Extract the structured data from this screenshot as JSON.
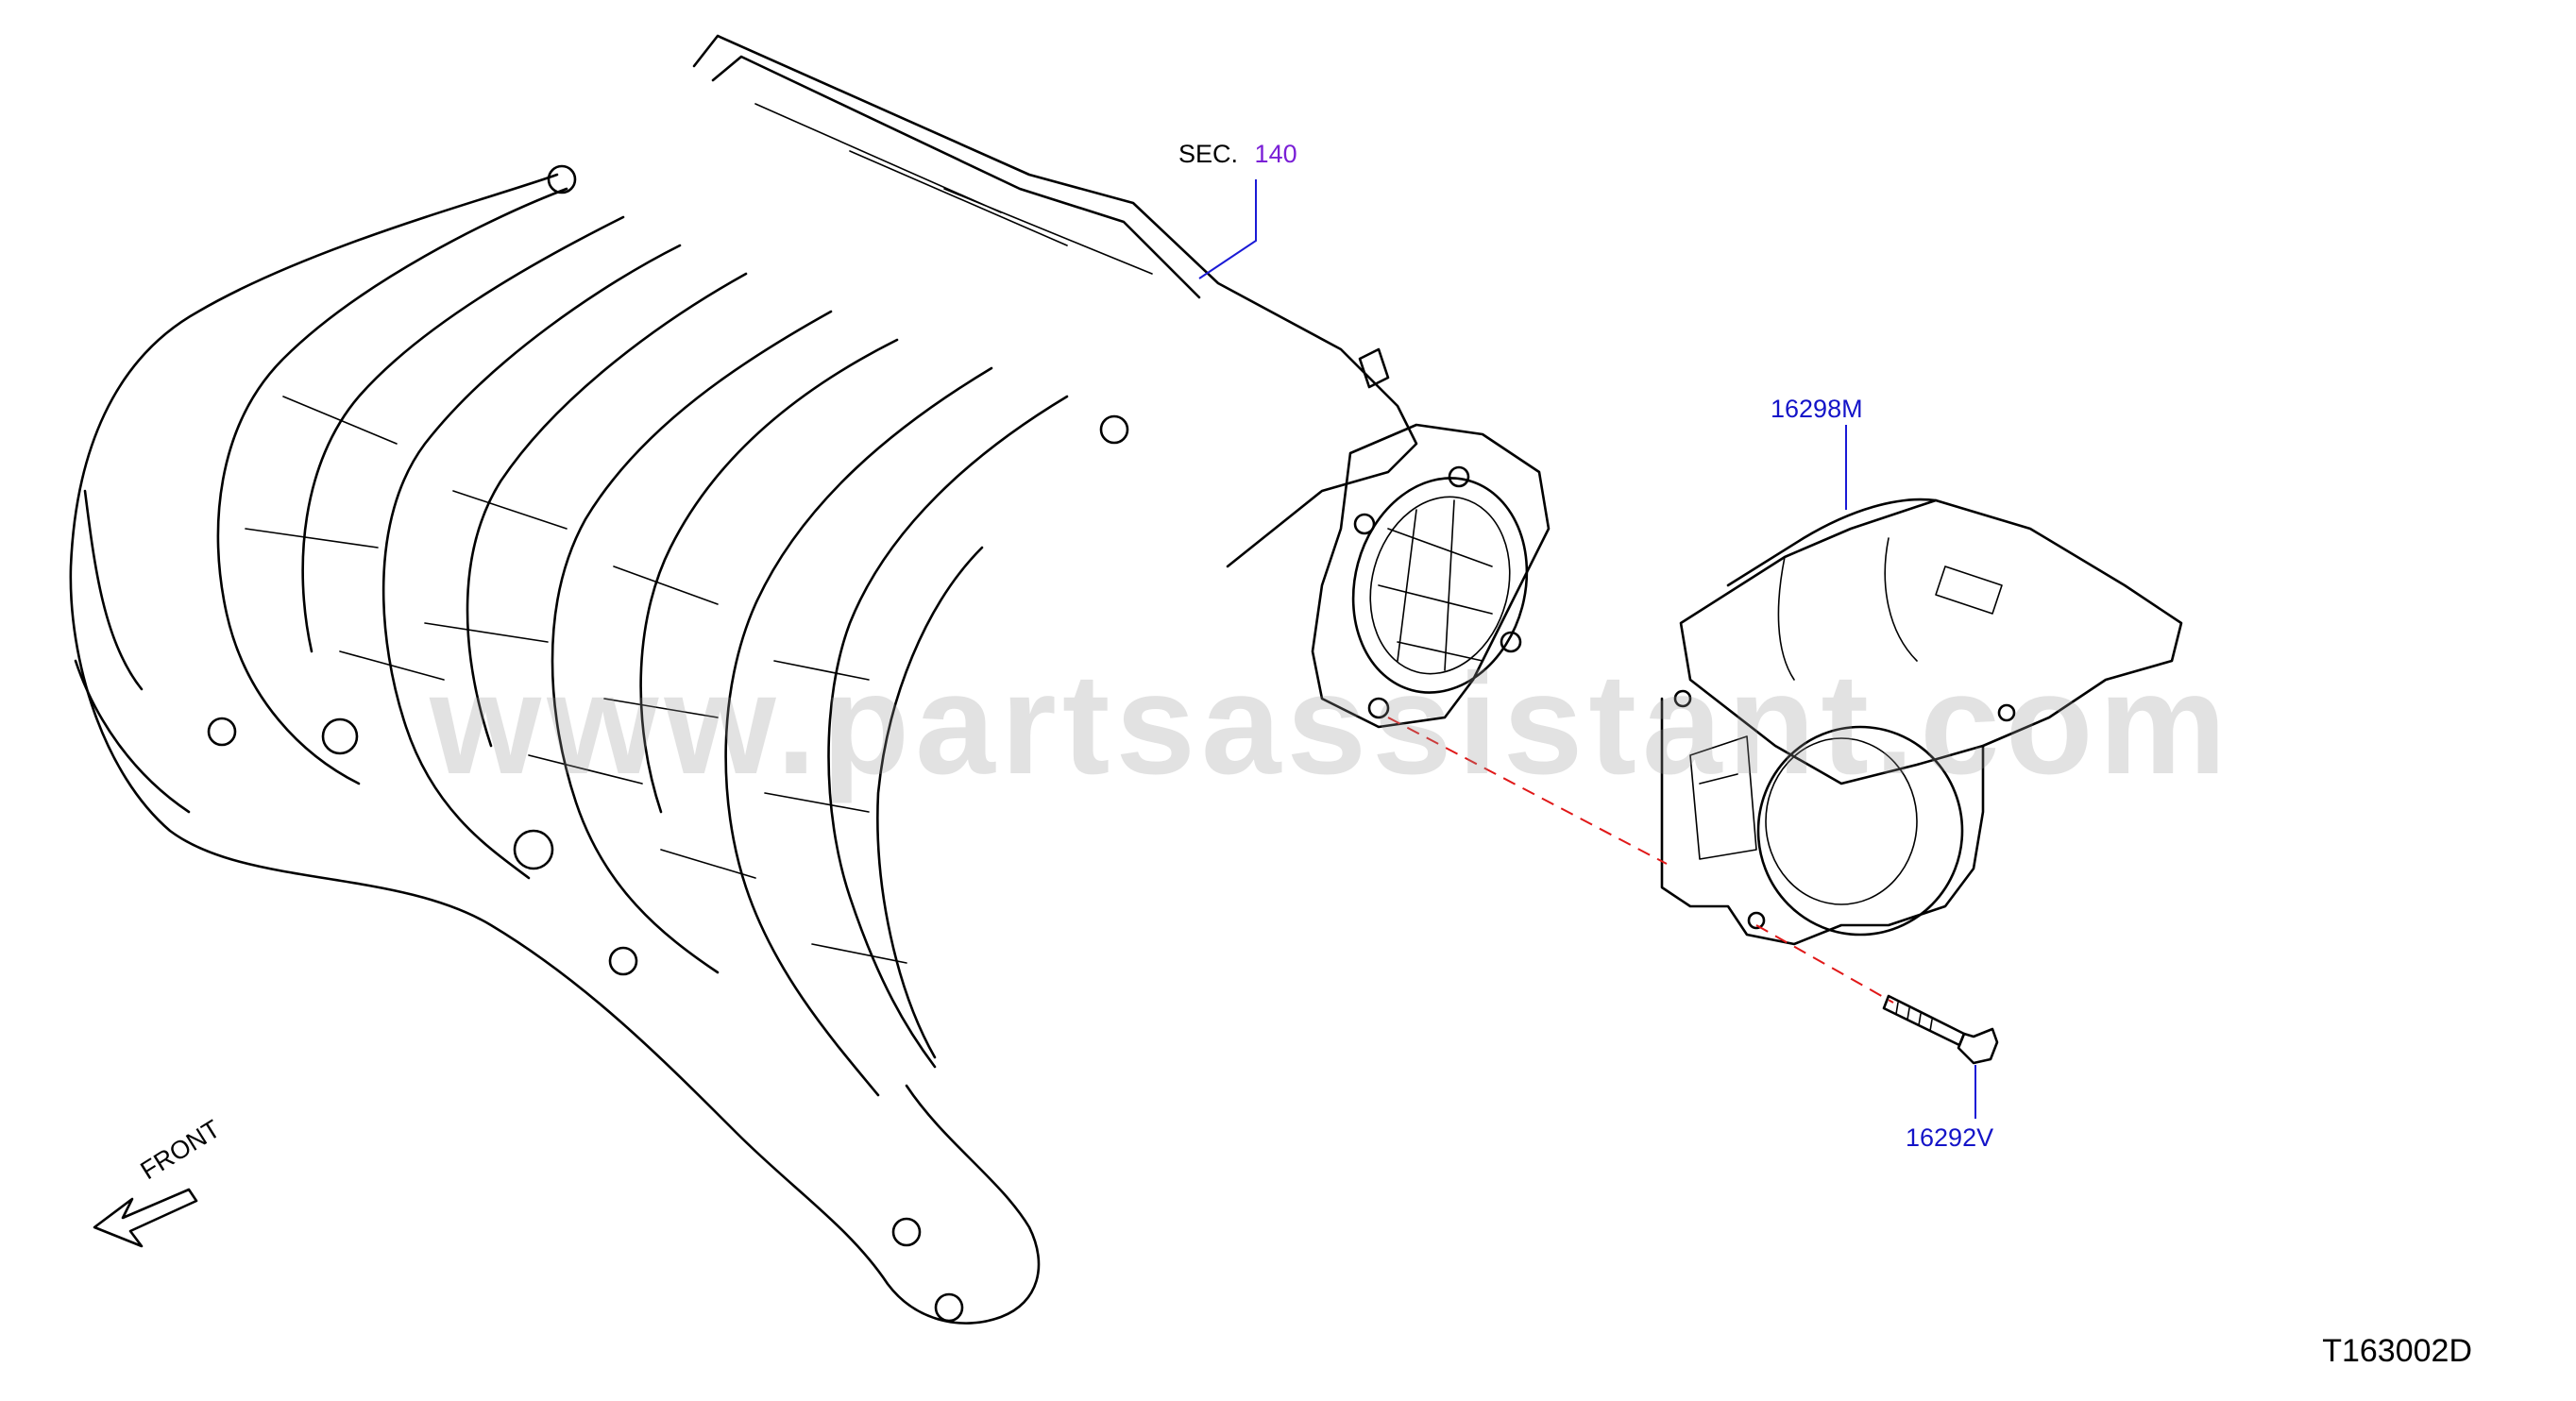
{
  "labels": {
    "sec_prefix": "SEC.",
    "sec_number": "140",
    "throttle_chamber": "16298M",
    "bolt": "16292V",
    "front": "FRONT",
    "drawing_code": "T163002D",
    "watermark": "www.partsassistant.com"
  },
  "colors": {
    "callout": "#1414c8",
    "section_ref": "#7a1fd6",
    "dashed_line": "#e01818"
  }
}
